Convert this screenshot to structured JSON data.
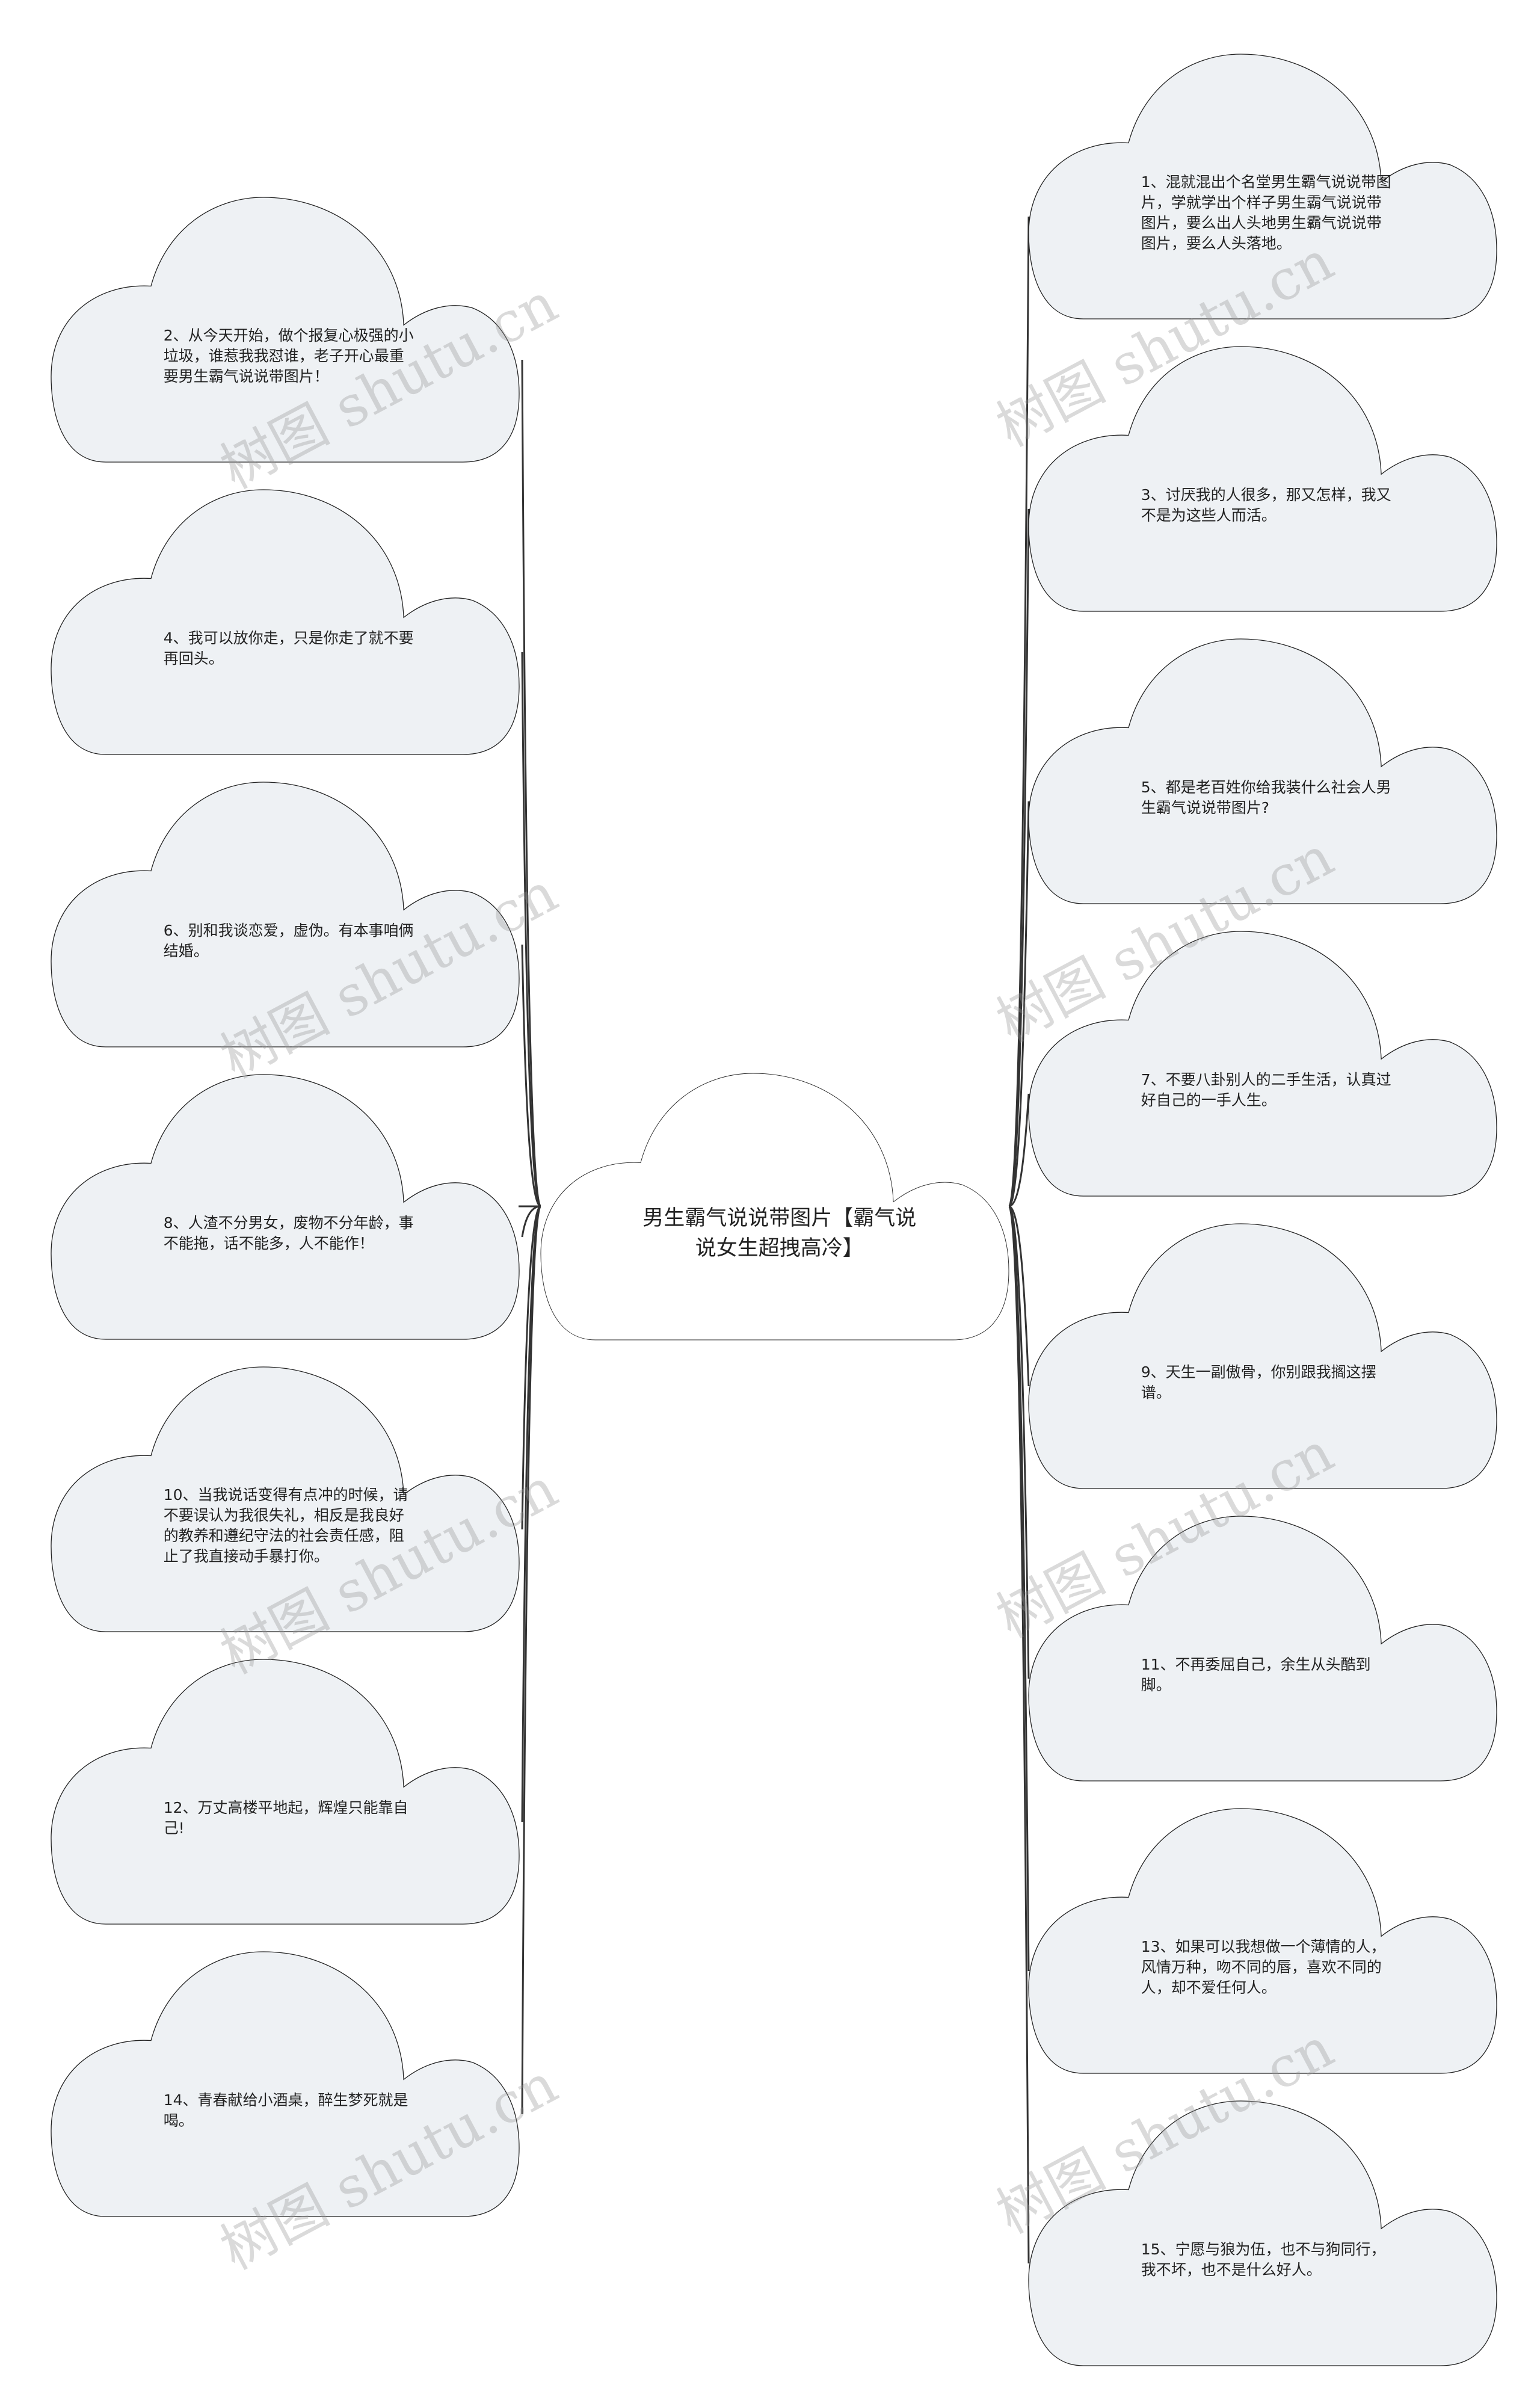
{
  "colors": {
    "node_fill": "#eef1f4",
    "center_fill": "#ffffff",
    "stroke": "#222222"
  },
  "center": {
    "title": "男生霸气说说带图片【霸气说说女生超拽高冷】"
  },
  "left_nodes": [
    {
      "text": "2、从今天开始，做个报复心极强的小垃圾，谁惹我我怼谁，老子开心最重要男生霸气说说带图片！"
    },
    {
      "text": "4、我可以放你走，只是你走了就不要再回头。"
    },
    {
      "text": "6、别和我谈恋爱，虚伪。有本事咱俩结婚。"
    },
    {
      "text": "8、人渣不分男女，废物不分年龄，事不能拖，话不能多，人不能作！"
    },
    {
      "text": "10、当我说话变得有点冲的时候，请不要误认为我很失礼，相反是我良好的教养和遵纪守法的社会责任感，阻止了我直接动手暴打你。"
    },
    {
      "text": "12、万丈高楼平地起，辉煌只能靠自己!"
    },
    {
      "text": "14、青春献给小酒桌，醉生梦死就是喝。"
    }
  ],
  "right_nodes": [
    {
      "text": "1、混就混出个名堂男生霸气说说带图片，学就学出个样子男生霸气说说带图片，要么出人头地男生霸气说说带图片，要么人头落地。"
    },
    {
      "text": "3、讨厌我的人很多，那又怎样，我又不是为这些人而活。"
    },
    {
      "text": "5、都是老百姓你给我装什么社会人男生霸气说说带图片?"
    },
    {
      "text": "7、不要八卦别人的二手生活，认真过好自己的一手人生。"
    },
    {
      "text": "9、天生一副傲骨，你别跟我搁这摆谱。"
    },
    {
      "text": "11、不再委屈自己，余生从头酷到脚。"
    },
    {
      "text": "13、如果可以我想做一个薄情的人，风情万种，吻不同的唇，喜欢不同的人，却不爱任何人。"
    },
    {
      "text": "15、宁愿与狼为伍，也不与狗同行，我不坏，也不是什么好人。"
    }
  ],
  "watermark": "树图 shutu.cn"
}
